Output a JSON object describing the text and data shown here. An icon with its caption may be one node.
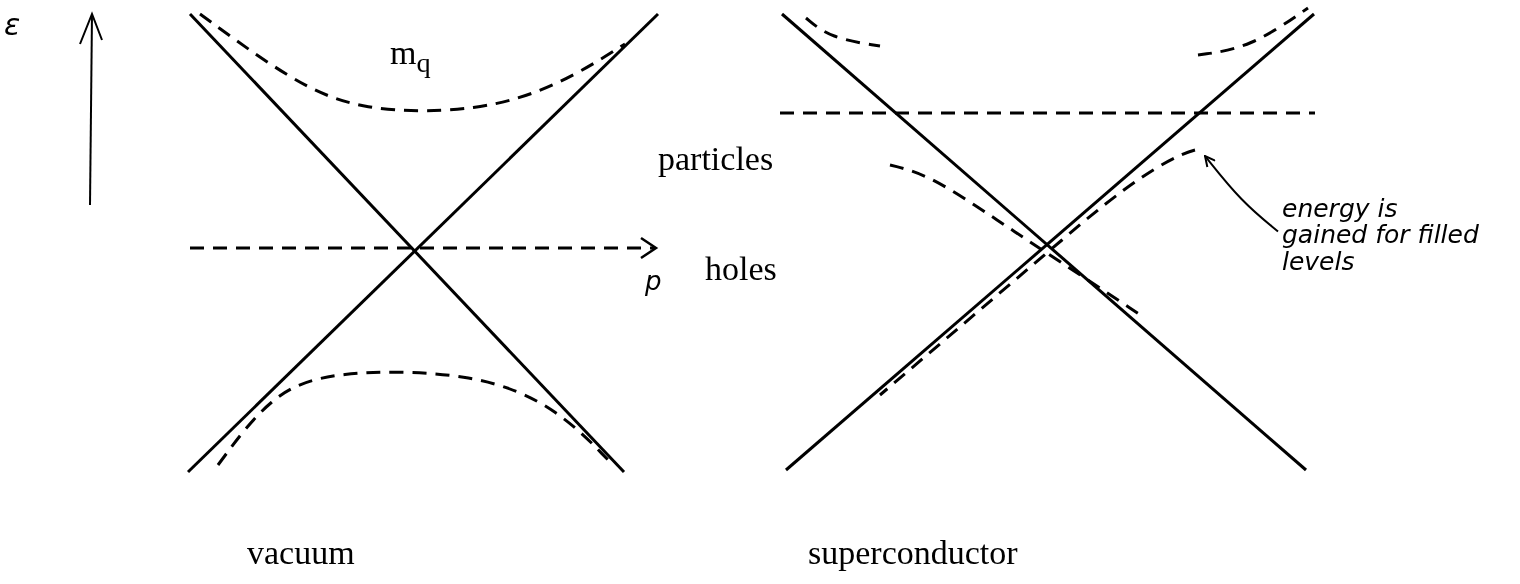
{
  "diagram": {
    "nodes": [
      {
        "text": [
          "energy is gained for filled levels"
        ]
      },
      {
        "text": [],
        "shape": "curve"
      }
    ],
    "edges": [
      {
        "from": 0,
        "to": 1,
        "arrow": "to"
      }
    ],
    "labels": [
      "ε",
      "m$_{q}$",
      "particles",
      "p",
      "holes",
      "vacuum",
      "superconductor"
    ]
  }
}
